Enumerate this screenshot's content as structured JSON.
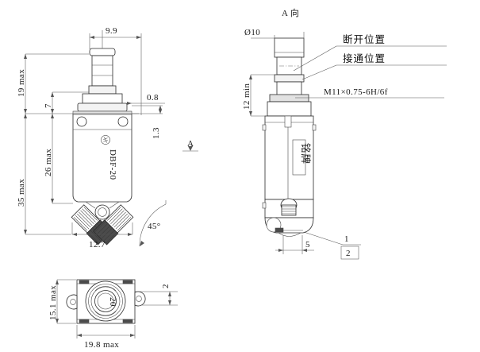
{
  "drawing": {
    "title_hidden": "",
    "product_mark": "DBF-20",
    "bottom_view_mark": "20"
  },
  "front_view": {
    "name": "front-elevation",
    "dimensions": {
      "top_width": "9.9",
      "height_total": "35 max",
      "height_upper": "19 max",
      "height_body": "26 max",
      "height_flange": "7",
      "step_small": "0.8",
      "step_tab": "1.3",
      "terminal_span": "12.7",
      "terminal_angle": "45°"
    },
    "view_arrow_label": "A"
  },
  "a_view": {
    "name": "a-view",
    "title": "A 向",
    "dimensions": {
      "diameter": "Ø10",
      "thread_length": "12 min",
      "base_width": "5"
    },
    "thread_spec": "M11×0.75-6H/6f",
    "callouts": [
      {
        "text": "断开位置",
        "meaning": "open-position"
      },
      {
        "text": "接通位置",
        "meaning": "closed-position"
      }
    ],
    "item_numbers": [
      "1",
      "2"
    ],
    "nameplate_text": "铭牌"
  },
  "bottom_view": {
    "name": "bottom-plan-view",
    "dimensions": {
      "width": "19.8 max",
      "height": "15.1 max",
      "tab_thickness": "2"
    },
    "center_mark": "20"
  },
  "style": {
    "line_color": "#2b2b2b",
    "dim_color": "#555555",
    "text_color": "#1a1a1a",
    "background": "#ffffff"
  }
}
